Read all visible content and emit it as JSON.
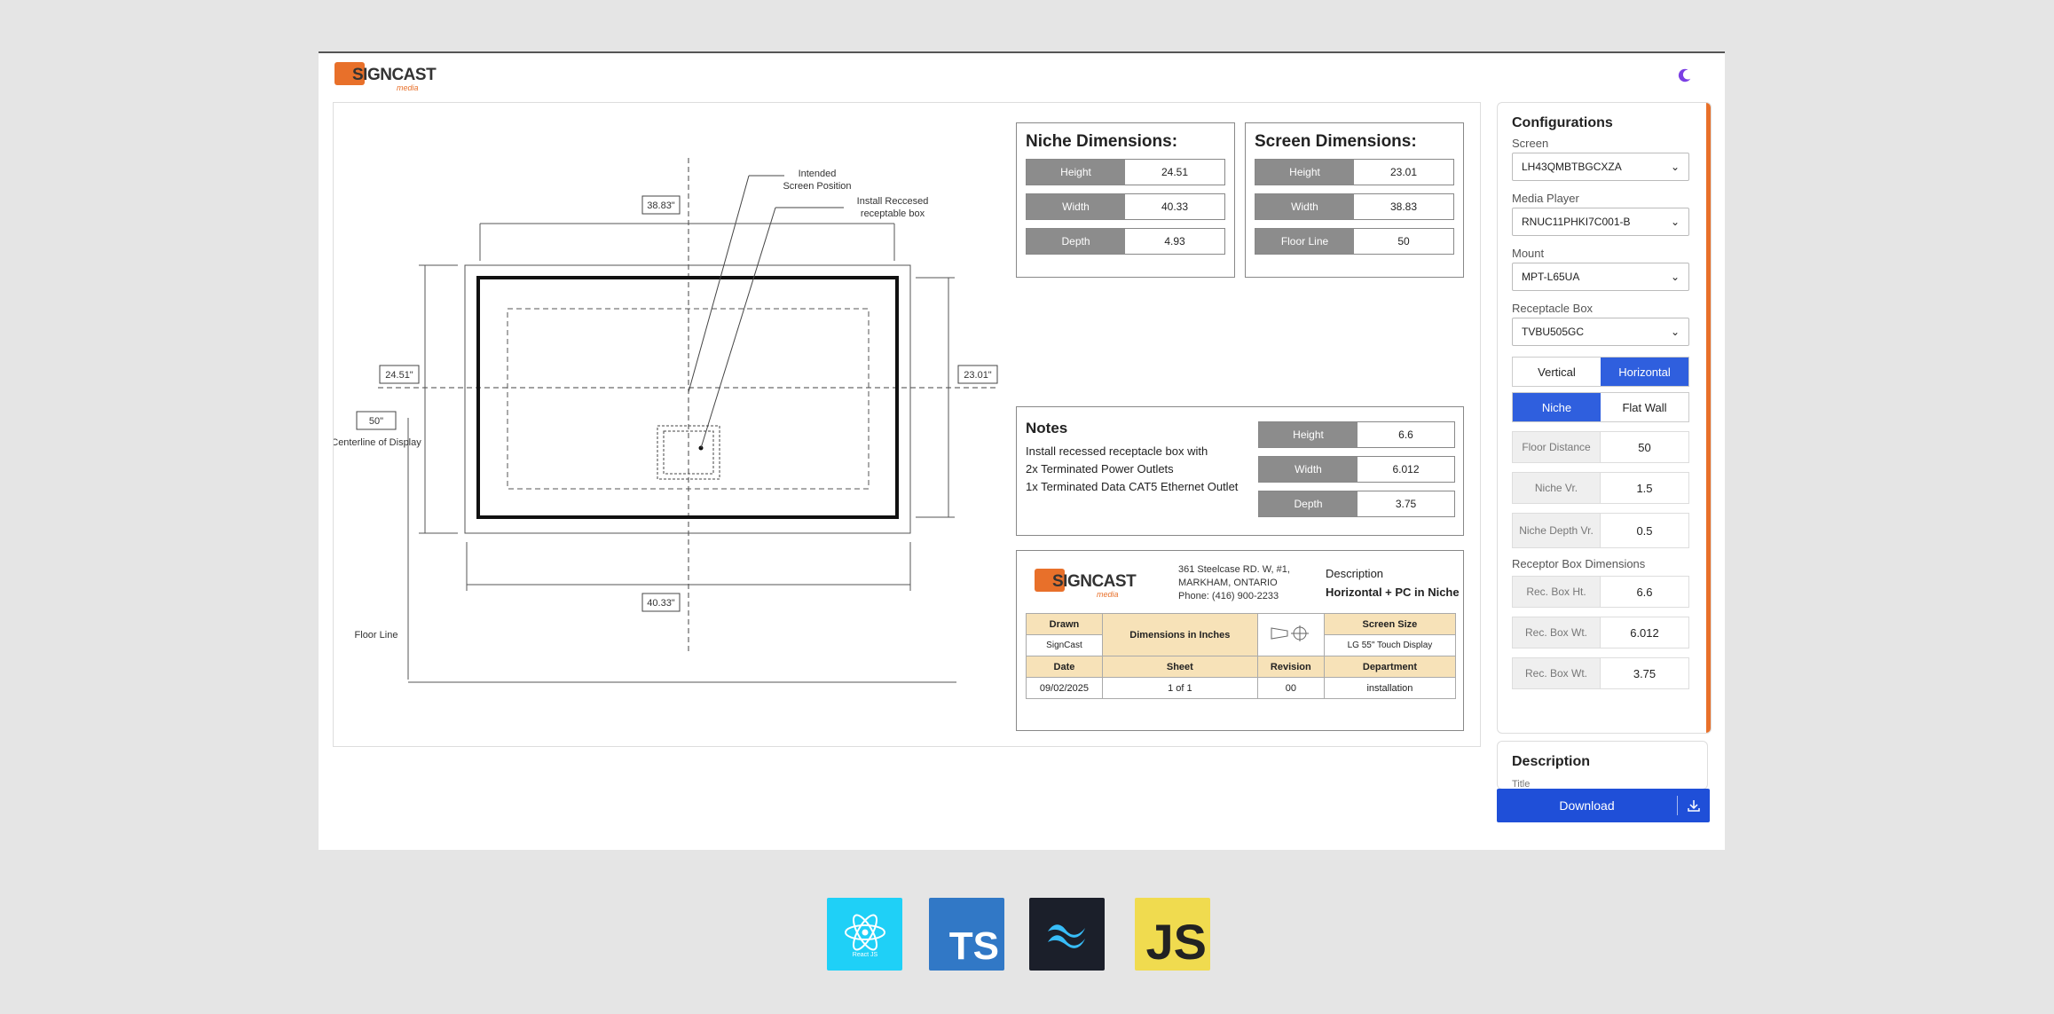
{
  "brand": {
    "name": "SIGNCAST",
    "tagline": "media"
  },
  "drawing": {
    "labels": {
      "top_width": "38.83\"",
      "bottom_width": "40.33\"",
      "left_height": "24.51\"",
      "right_height": "23.01\"",
      "floor_distance": "50\"",
      "centerline": "Centerline of Display",
      "floor_line": "Floor Line",
      "intended_position_1": "Intended",
      "intended_position_2": "Screen Position",
      "recessed_box_1": "Install Reccesed",
      "recessed_box_2": "receptable box"
    }
  },
  "niche": {
    "title": "Niche Dimensions:",
    "rows": [
      {
        "label": "Height",
        "value": "24.51"
      },
      {
        "label": "Width",
        "value": "40.33"
      },
      {
        "label": "Depth",
        "value": "4.93"
      }
    ]
  },
  "screen": {
    "title": "Screen Dimensions:",
    "rows": [
      {
        "label": "Height",
        "value": "23.01"
      },
      {
        "label": "Width",
        "value": "38.83"
      },
      {
        "label": "Floor Line",
        "value": "50"
      }
    ]
  },
  "notes": {
    "title": "Notes",
    "lines": [
      "Install recessed receptacle box with",
      "2x Terminated Power Outlets",
      "1x Terminated Data CAT5 Ethernet Outlet"
    ],
    "rows": [
      {
        "label": "Height",
        "value": "6.6"
      },
      {
        "label": "Width",
        "value": "6.012"
      },
      {
        "label": "Depth",
        "value": "3.75"
      }
    ]
  },
  "titleblock": {
    "address_1": "361 Steelcase RD. W, #1,",
    "address_2": "MARKHAM, ONTARIO",
    "phone": "Phone: (416) 900-2233",
    "description_label": "Description",
    "description_value": "Horizontal + PC in Niche",
    "drawn_label": "Drawn",
    "drawn_value": "SignCast",
    "dimensions_label": "Dimensions in Inches",
    "screen_size_label": "Screen Size",
    "screen_size_value": "LG 55\" Touch Display",
    "date_label": "Date",
    "date_value": "09/02/2025",
    "sheet_label": "Sheet",
    "sheet_value": "1 of 1",
    "revision_label": "Revision",
    "revision_value": "00",
    "department_label": "Department",
    "department_value": "installation"
  },
  "config": {
    "title": "Configurations",
    "screen_label": "Screen",
    "screen_value": "LH43QMBTBGCXZA",
    "media_player_label": "Media Player",
    "media_player_value": "RNUC11PHKI7C001-B",
    "mount_label": "Mount",
    "mount_value": "MPT-L65UA",
    "receptacle_label": "Receptacle Box",
    "receptacle_value": "TVBU505GC",
    "orientation": {
      "vertical": "Vertical",
      "horizontal": "Horizontal",
      "selected": "horizontal"
    },
    "install": {
      "niche": "Niche",
      "flat_wall": "Flat Wall",
      "selected": "niche"
    },
    "floor_distance_label": "Floor Distance",
    "floor_distance_value": "50",
    "niche_vr_label": "Niche Vr.",
    "niche_vr_value": "1.5",
    "niche_depth_label": "Niche Depth Vr.",
    "niche_depth_value": "0.5",
    "receptor_section": "Receptor Box Dimensions",
    "rec_ht_label": "Rec. Box Ht.",
    "rec_ht_value": "6.6",
    "rec_wt_label": "Rec. Box Wt.",
    "rec_wt_value": "6.012",
    "rec_dp_label": "Rec. Box Wt.",
    "rec_dp_value": "3.75"
  },
  "description": {
    "title": "Description",
    "field_label": "Title"
  },
  "download": {
    "label": "Download"
  },
  "techs": {
    "react": "React JS",
    "ts": "TS",
    "js": "JS"
  },
  "colors": {
    "accent": "#e8702a",
    "primary": "#1f4fd8",
    "toggle_on": "#2f5fde",
    "moon": "#7b3fe4"
  }
}
